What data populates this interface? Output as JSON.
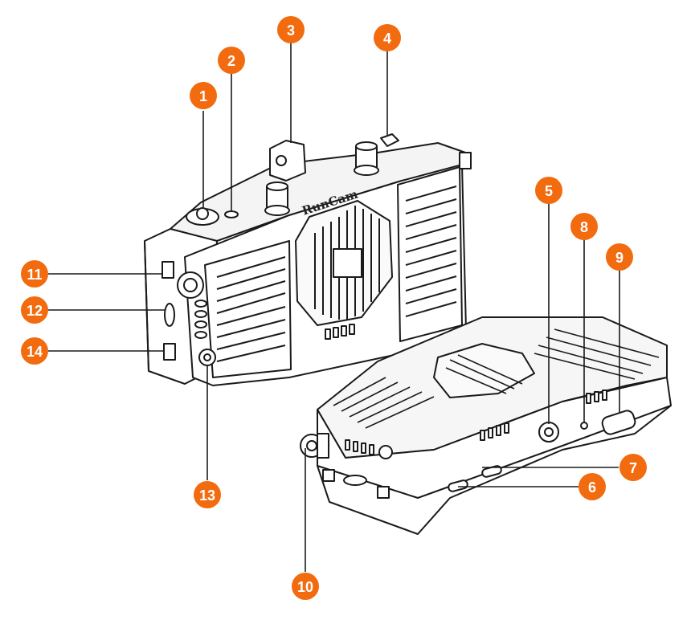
{
  "diagram": {
    "accent_color": "#F26B0F",
    "line_color": "#1a1a1a",
    "brand_logo_text": "RunCam",
    "callouts": [
      {
        "label": "1"
      },
      {
        "label": "2"
      },
      {
        "label": "3"
      },
      {
        "label": "4"
      },
      {
        "label": "5"
      },
      {
        "label": "6"
      },
      {
        "label": "7"
      },
      {
        "label": "8"
      },
      {
        "label": "9"
      },
      {
        "label": "10"
      },
      {
        "label": "11"
      },
      {
        "label": "12"
      },
      {
        "label": "13"
      },
      {
        "label": "14"
      }
    ]
  }
}
